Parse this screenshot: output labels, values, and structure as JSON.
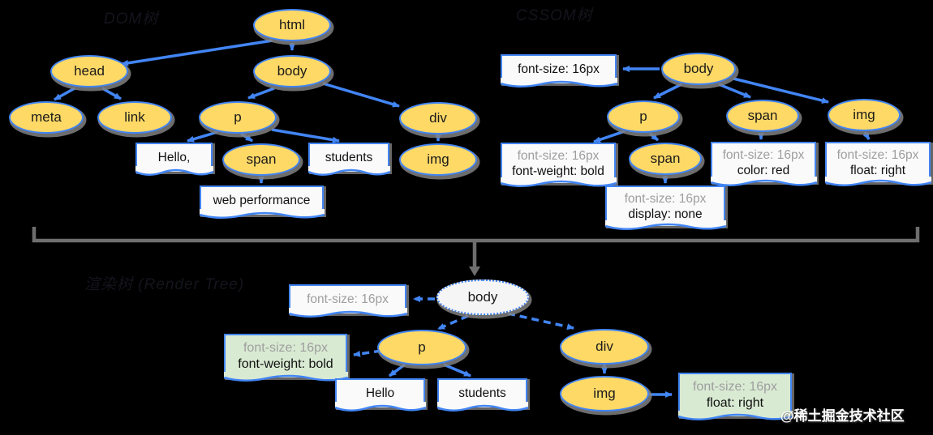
{
  "labels": {
    "dom": "DOM树",
    "cssom": "CSSOM树",
    "render": "渲染树 (Render Tree)"
  },
  "watermark": "@稀土掘金技术社区",
  "colors": {
    "node_fill": "#FFD966",
    "stroke_blue": "#4285F4",
    "note_fill": "#FAFAFA",
    "note_green_fill": "#D9EAD3",
    "muted_text": "#9e9e9e",
    "bracket_gray": "#6E6E6E",
    "background": "#000000"
  },
  "dom_tree": {
    "nodes": {
      "html": "html",
      "head": "head",
      "body": "body",
      "meta": "meta",
      "link": "link",
      "p": "p",
      "div": "div",
      "span": "span",
      "img": "img"
    },
    "text_nodes": {
      "hello": "Hello,",
      "students": "students",
      "web_performance": "web performance"
    }
  },
  "cssom_tree": {
    "nodes": {
      "body": "body",
      "p": "p",
      "span": "span",
      "img": "img",
      "span_nested": "span"
    },
    "notes": {
      "body": [
        "font-size: 16px"
      ],
      "p": [
        "font-size: 16px",
        "font-weight: bold"
      ],
      "span": [
        "font-size: 16px",
        "color: red"
      ],
      "img": [
        "font-size: 16px",
        "float: right"
      ],
      "span_nested": [
        "font-size: 16px",
        "display: none"
      ]
    }
  },
  "render_tree": {
    "nodes": {
      "body": "body",
      "p": "p",
      "div": "div",
      "img": "img"
    },
    "text_nodes": {
      "hello": "Hello",
      "students": "students"
    },
    "notes": {
      "body": [
        "font-size: 16px"
      ],
      "p": [
        "font-size: 16px",
        "font-weight: bold"
      ],
      "img": [
        "font-size: 16px",
        "float: right"
      ]
    }
  }
}
